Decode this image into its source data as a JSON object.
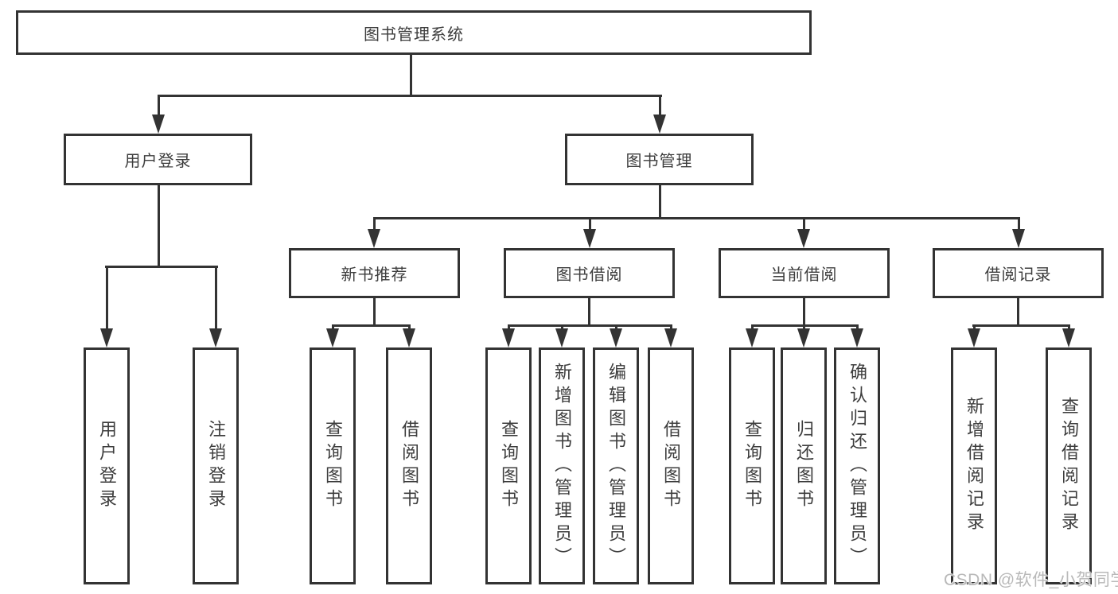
{
  "tree": {
    "root": {
      "label": "图书管理系统"
    },
    "children": [
      {
        "label": "用户登录",
        "children": [
          {
            "label": "用户登录"
          },
          {
            "label": "注销登录"
          }
        ]
      },
      {
        "label": "图书管理",
        "children": [
          {
            "label": "新书推荐",
            "children": [
              {
                "label": "查询图书"
              },
              {
                "label": "借阅图书"
              }
            ]
          },
          {
            "label": "图书借阅",
            "children": [
              {
                "label": "查询图书"
              },
              {
                "label": "新增图书（管理员）"
              },
              {
                "label": "编辑图书（管理员）"
              },
              {
                "label": "借阅图书"
              }
            ]
          },
          {
            "label": "当前借阅",
            "children": [
              {
                "label": "查询图书"
              },
              {
                "label": "归还图书"
              },
              {
                "label": "确认归还（管理员）"
              }
            ]
          },
          {
            "label": "借阅记录",
            "children": [
              {
                "label": "新增借阅记录"
              },
              {
                "label": "查询借阅记录"
              }
            ]
          }
        ]
      }
    ]
  },
  "watermark": "CSDN @软件_小贺同学",
  "colors": {
    "line": "#333333",
    "text": "#3d3d3d",
    "background": "#ffffff",
    "watermark": "#b9b9b9"
  }
}
